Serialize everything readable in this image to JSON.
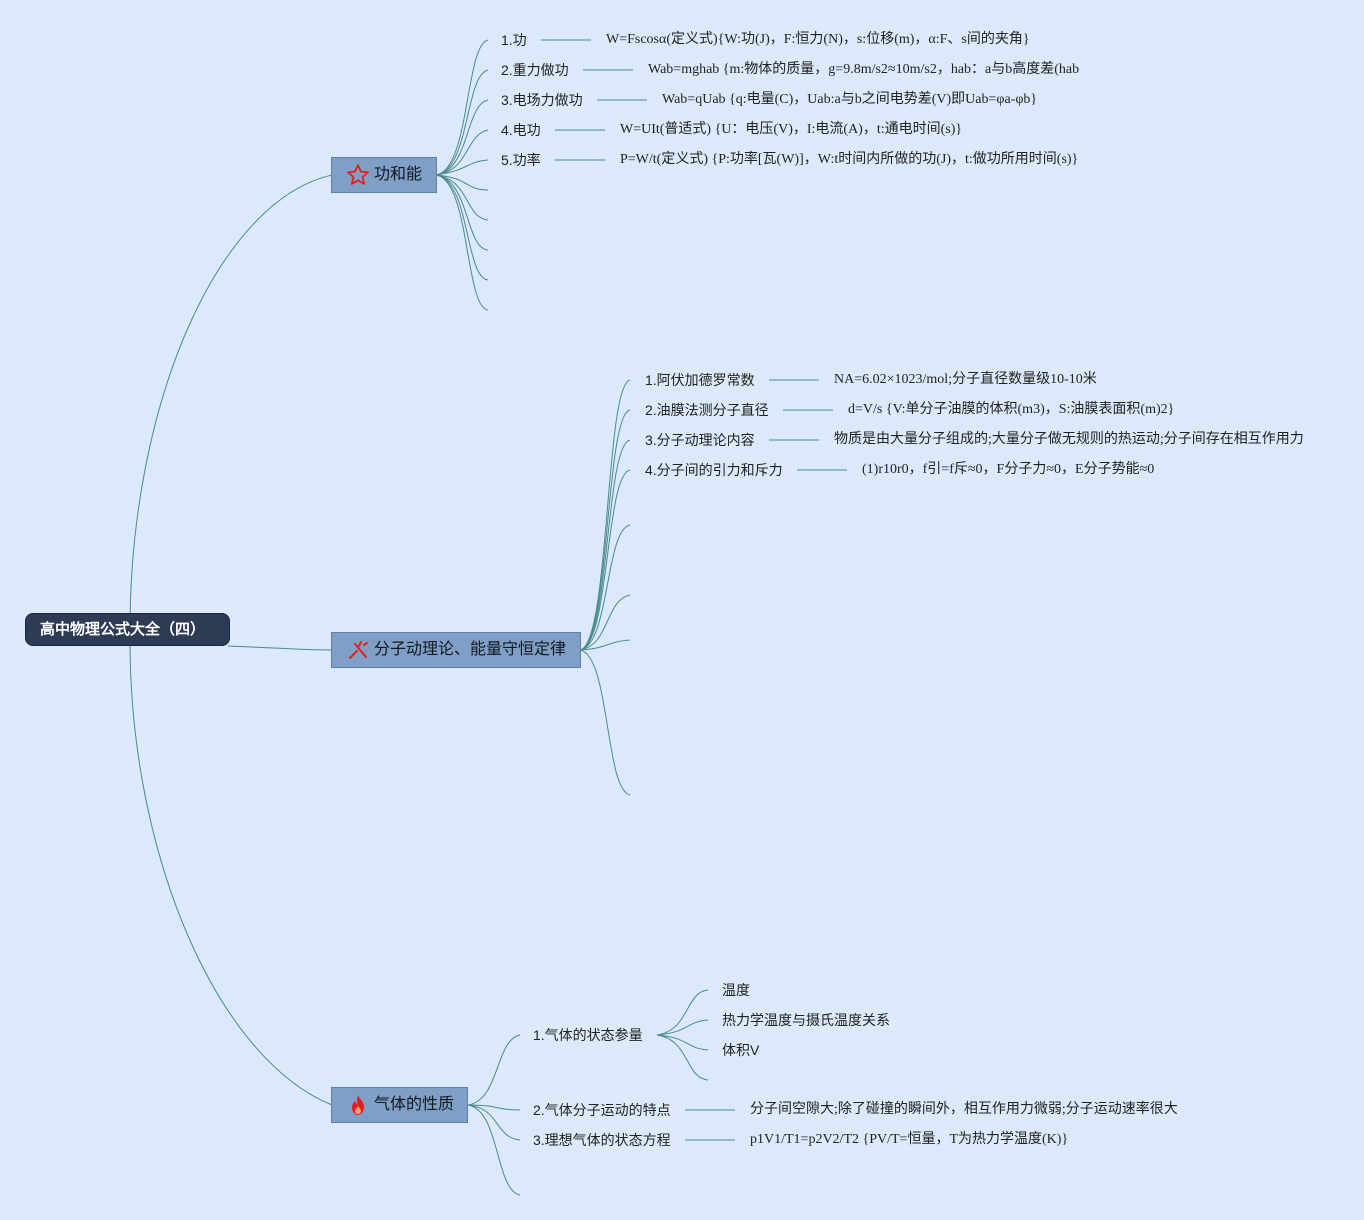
{
  "root": {
    "title": "高中物理公式大全（四）"
  },
  "colors": {
    "background": "#dce9fa",
    "root_fill": "#2d3b55",
    "topic_fill": "#7f9fc7",
    "line": "#4a8a8a",
    "icon_red": "#e02020"
  },
  "branches": [
    {
      "label": "功和能",
      "icon": "star-icon",
      "items": [
        {
          "label": "1.功",
          "formula": "W=Fscosα(定义式){W:功(J)，F:恒力(N)，s:位移(m)，α:F、s间的夹角}"
        },
        {
          "label": "2.重力做功",
          "formula": "Wab=mghab {m:物体的质量，g=9.8m/s2≈10m/s2，hab：a与b高度差(hab"
        },
        {
          "label": "3.电场力做功",
          "formula": "Wab=qUab {q:电量(C)，Uab:a与b之间电势差(V)即Uab=φa-φb}"
        },
        {
          "label": "4.电功",
          "formula": "W=UIt(普适式) {U：电压(V)，I:电流(A)，t:通电时间(s)}"
        },
        {
          "label": "5.功率",
          "formula": "P=W/t(定义式) {P:功率[瓦(W)]，W:t时间内所做的功(J)，t:做功所用时间(s)}"
        }
      ]
    },
    {
      "label": "分子动理论、能量守恒定律",
      "icon": "tools-icon",
      "items": [
        {
          "label": "1.阿伏加德罗常数",
          "formula": "NA=6.02×1023/mol;分子直径数量级10-10米"
        },
        {
          "label": "2.油膜法测分子直径",
          "formula": "d=V/s {V:单分子油膜的体积(m3)，S:油膜表面积(m)2}"
        },
        {
          "label": "3.分子动理论内容",
          "formula": "物质是由大量分子组成的;大量分子做无规则的热运动;分子间存在相互作用力"
        },
        {
          "label": "4.分子间的引力和斥力",
          "formula": "(1)r10r0，f引=f斥≈0，F分子力≈0，E分子势能≈0"
        }
      ]
    },
    {
      "label": "气体的性质",
      "icon": "fire-icon",
      "items": [
        {
          "label": "1.气体的状态参量",
          "children": [
            "温度",
            "热力学温度与摄氏温度关系",
            "体积V"
          ]
        },
        {
          "label": "2.气体分子运动的特点",
          "formula": "分子间空隙大;除了碰撞的瞬间外，相互作用力微弱;分子运动速率很大"
        },
        {
          "label": "3.理想气体的状态方程",
          "formula": "p1V1/T1=p2V2/T2 {PV/T=恒量，T为热力学温度(K)}"
        }
      ]
    }
  ]
}
